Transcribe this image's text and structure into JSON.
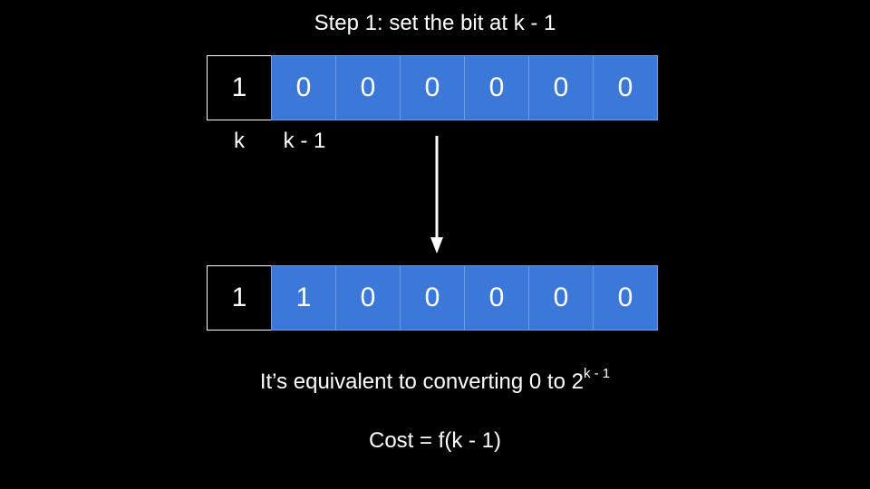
{
  "title": "Step 1: set the bit at k - 1",
  "before_bits": [
    "1",
    "0",
    "0",
    "0",
    "0",
    "0",
    "0"
  ],
  "after_bits": [
    "1",
    "1",
    "0",
    "0",
    "0",
    "0",
    "0"
  ],
  "labels": {
    "k": "k",
    "k_minus_1": "k - 1"
  },
  "note": {
    "text": "It’s equivalent to converting 0 to 2",
    "exponent": "k - 1"
  },
  "cost": "Cost = f(k - 1)",
  "colors": {
    "background": "#000000",
    "cell_fill": "#3c78d8",
    "cell_divider": "#6d9ee8",
    "lead_cell_border": "#ffffff",
    "text": "#ffffff"
  },
  "icons": {
    "arrow": "arrow-down-icon"
  }
}
